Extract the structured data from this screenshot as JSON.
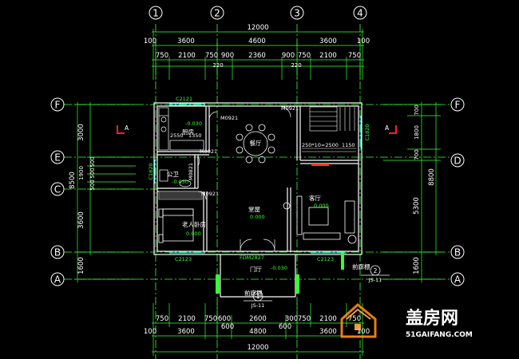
{
  "axes": {
    "top": [
      "1",
      "2",
      "3",
      "4"
    ],
    "left": [
      "F",
      "E",
      "C",
      "B",
      "A"
    ],
    "right": [
      "F",
      "D",
      "B",
      "A"
    ]
  },
  "top_dims": {
    "overall": "12000",
    "row2": [
      "100",
      "3600",
      "4600",
      "3600",
      "100"
    ],
    "row3": [
      "750",
      "2100",
      "750",
      "900",
      "2360",
      "900",
      "750",
      "2100",
      "750"
    ],
    "small": [
      "220",
      "220"
    ]
  },
  "bottom_dims": {
    "overall": "12000",
    "row2": [
      "100",
      "3600",
      "600",
      "4800",
      "600",
      "3600",
      "100"
    ],
    "row1": [
      "750",
      "2100",
      "750",
      "600",
      "2600",
      "300",
      "750",
      "2100",
      "750"
    ]
  },
  "left_dims": {
    "outer": [
      "8500",
      "1600"
    ],
    "inner": [
      "3000",
      "1900",
      "500",
      "500",
      "500",
      "3600"
    ]
  },
  "right_dims": {
    "outer": [
      "8800",
      "1600"
    ],
    "inner": [
      "700",
      "1800",
      "700",
      "5300"
    ]
  },
  "windows": {
    "top_kitchen": "C2121",
    "right_upper": "C1820",
    "left_bath": "C1820",
    "bottom_left": "C2123",
    "bottom_right": "C2123"
  },
  "doors": {
    "m0921_a": "M0921",
    "m0921_b": "M0921",
    "m0921_c": "M0921",
    "m0921_d": "M0921",
    "m0821": "M0821",
    "main_door": "FDM2827",
    "stair_note": "250*10=2500",
    "stair_num": "1150",
    "kitchen_num": "1350",
    "kitchen_note": "2550"
  },
  "rooms": {
    "kitchen": "厨房",
    "dining": "餐厅",
    "bath": "公卫",
    "bedroom": "老人卧房",
    "hall": "堂屋",
    "living": "客厅",
    "porch": "门厅",
    "balcony_right": "前廊棚",
    "balcony_bottom": "前廊棚"
  },
  "levels": {
    "kitchen": "-0.030",
    "bath": "-0.030",
    "bedroom": "0.000",
    "hall": "0.000",
    "living": "0.000",
    "porch": "-0.030"
  },
  "section_marks": {
    "left": "A",
    "right": "A",
    "bottom_num": "1",
    "bottom_ref": "JS-11",
    "right_num": "2",
    "right_ref": "JS-11"
  },
  "watermark": {
    "brand": "盖房网",
    "url": "51GAIFANG.COM"
  },
  "colors": {
    "axis_line": "#36ff36",
    "dim_line": "#36ff36",
    "wall": "#ffffff",
    "window": "#36ffff",
    "section_mark": "#ff2020"
  }
}
